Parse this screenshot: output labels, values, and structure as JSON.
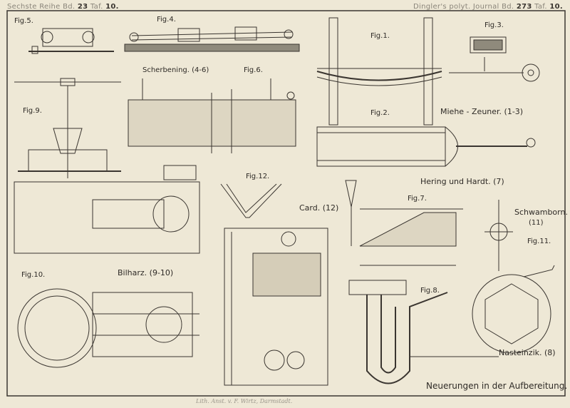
{
  "header": {
    "left_prefix": "Sechste Reihe Bd.",
    "left_vol": "23",
    "left_taf_prefix": "Taf.",
    "left_taf": "10.",
    "right_prefix": "Dingler's polyt. Journal Bd.",
    "right_vol": "273",
    "right_taf_prefix": "Taf.",
    "right_taf": "10."
  },
  "labels": {
    "fig5": "Fig.5.",
    "fig4": "Fig.4.",
    "fig1": "Fig.1.",
    "fig3": "Fig.3.",
    "scherbening": "Scherbening. (4-6)",
    "fig6": "Fig.6.",
    "fig9": "Fig.9.",
    "fig2": "Fig.2.",
    "miehe": "Miehe - Zeuner. (1-3)",
    "hering": "Hering und Hardt. (7)",
    "fig12": "Fig.12.",
    "card": "Card. (12)",
    "fig7": "Fig.7.",
    "schwamborn": "Schwamborn.",
    "schwamborn_ref": "(11)",
    "fig11": "Fig.11.",
    "fig10": "Fig.10.",
    "bilharz": "Bilharz. (9-10)",
    "fig8": "Fig.8.",
    "nasteinzik": "Nasteinzik. (8)",
    "title": "Neuerungen in der Aufbereitung."
  },
  "footer": "Lith. Anst. v. F. Wirtz, Darmstadt.",
  "colors": {
    "paper": "#eee8d6",
    "ink": "#3a3530"
  }
}
